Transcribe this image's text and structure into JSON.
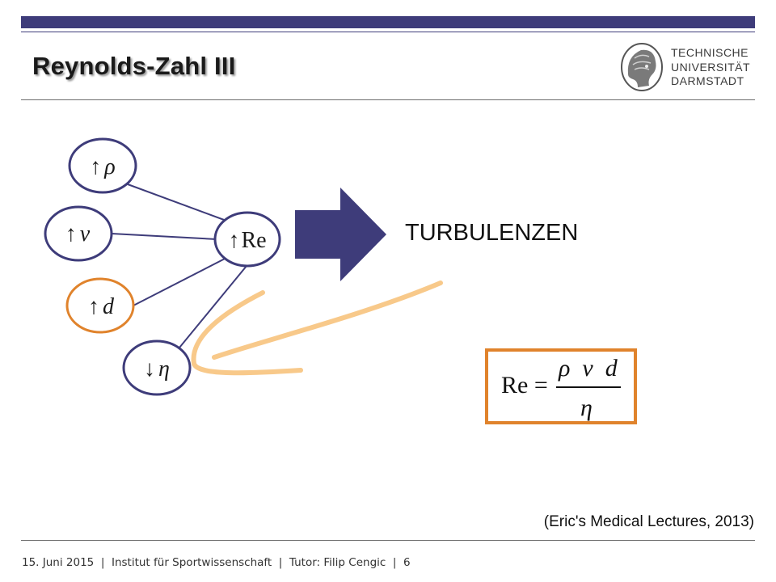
{
  "slide": {
    "title": "Reynolds-Zahl III",
    "logo": {
      "line1": "TECHNISCHE",
      "line2": "UNIVERSITÄT",
      "line3": "DARMSTADT"
    },
    "diagram": {
      "nodes": [
        {
          "id": "rho",
          "arrow": "↑",
          "symbol": "ρ",
          "highlight": false
        },
        {
          "id": "v",
          "arrow": "↑",
          "symbol": "v",
          "highlight": false
        },
        {
          "id": "d",
          "arrow": "↑",
          "symbol": "d",
          "highlight": true
        },
        {
          "id": "eta",
          "arrow": "↓",
          "symbol": "η",
          "highlight": false
        },
        {
          "id": "re",
          "arrow": "↑",
          "symbol": "Re",
          "highlight": false
        }
      ],
      "result_text": "TURBULENZEN"
    },
    "formula": {
      "lhs": "Re =",
      "numerator": "ρ  v  d",
      "denominator": "η"
    },
    "citation": "(Eric's Medical Lectures, 2013)",
    "footer": "15. Juni 2015  |  Institut für Sportwissenschaft  |  Tutor: Filip Cengic  |  6"
  },
  "colors": {
    "bar": "#3e3c7a",
    "node_border": "#3e3c7a",
    "highlight": "#e0832c",
    "arrow": "#3e3c7a",
    "sketch": "#f8c98a"
  }
}
